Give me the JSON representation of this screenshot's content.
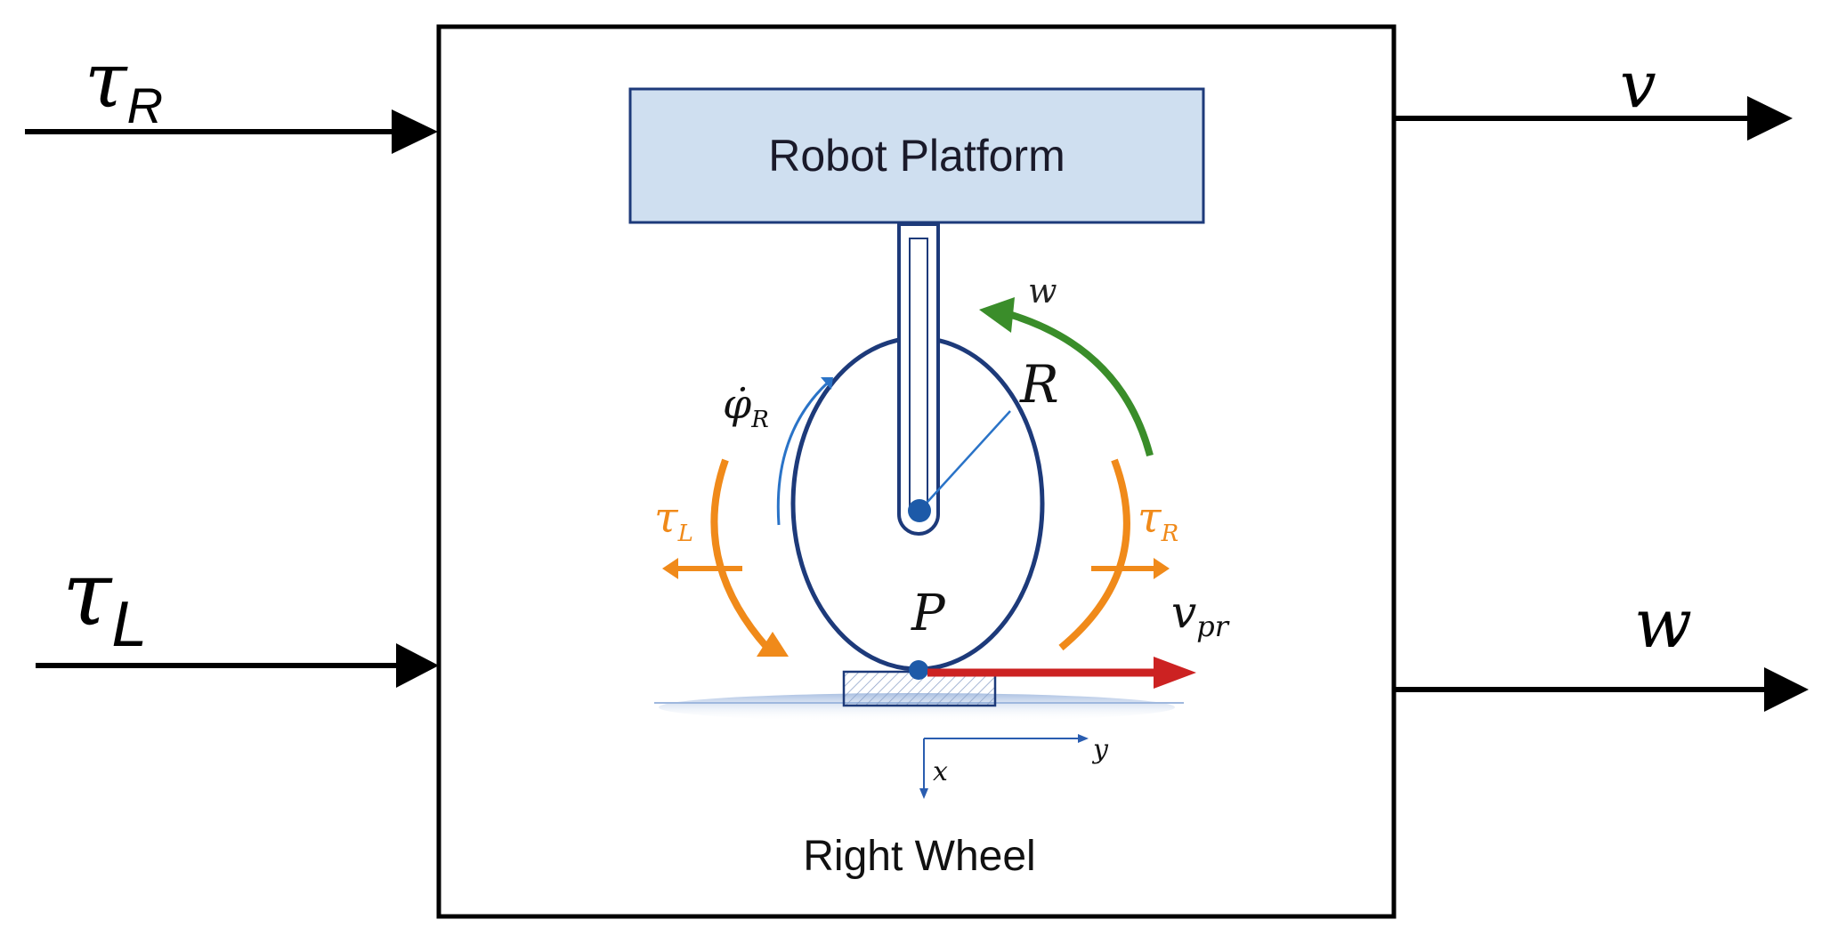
{
  "inputs": {
    "tau_r": {
      "symbol": "τ",
      "subscript": "R"
    },
    "tau_l": {
      "symbol": "τ",
      "subscript": "L"
    }
  },
  "outputs": {
    "v": {
      "symbol": "v"
    },
    "w": {
      "symbol": "w"
    }
  },
  "illustration": {
    "platform_label": "Robot Platform",
    "wheel_label": "Right Wheel",
    "omega_label": "w",
    "phi_dot": {
      "symbol": "φ̇",
      "subscript": "R"
    },
    "radius_label": "R",
    "contact_label": "P",
    "tau_l": {
      "symbol": "τ",
      "subscript": "L"
    },
    "tau_r": {
      "symbol": "τ",
      "subscript": "R"
    },
    "velocity": {
      "symbol": "v",
      "subscript": "pr"
    },
    "axis_x": "x",
    "axis_y": "y"
  },
  "colors": {
    "line": "#000000",
    "navy": "#1d3a7a",
    "platform_fill": "#cfdff0",
    "omega_green": "#3a8d2a",
    "torque_orange": "#f08a1a",
    "velocity_red": "#cc2222",
    "phi_blue": "#2a73c7"
  }
}
